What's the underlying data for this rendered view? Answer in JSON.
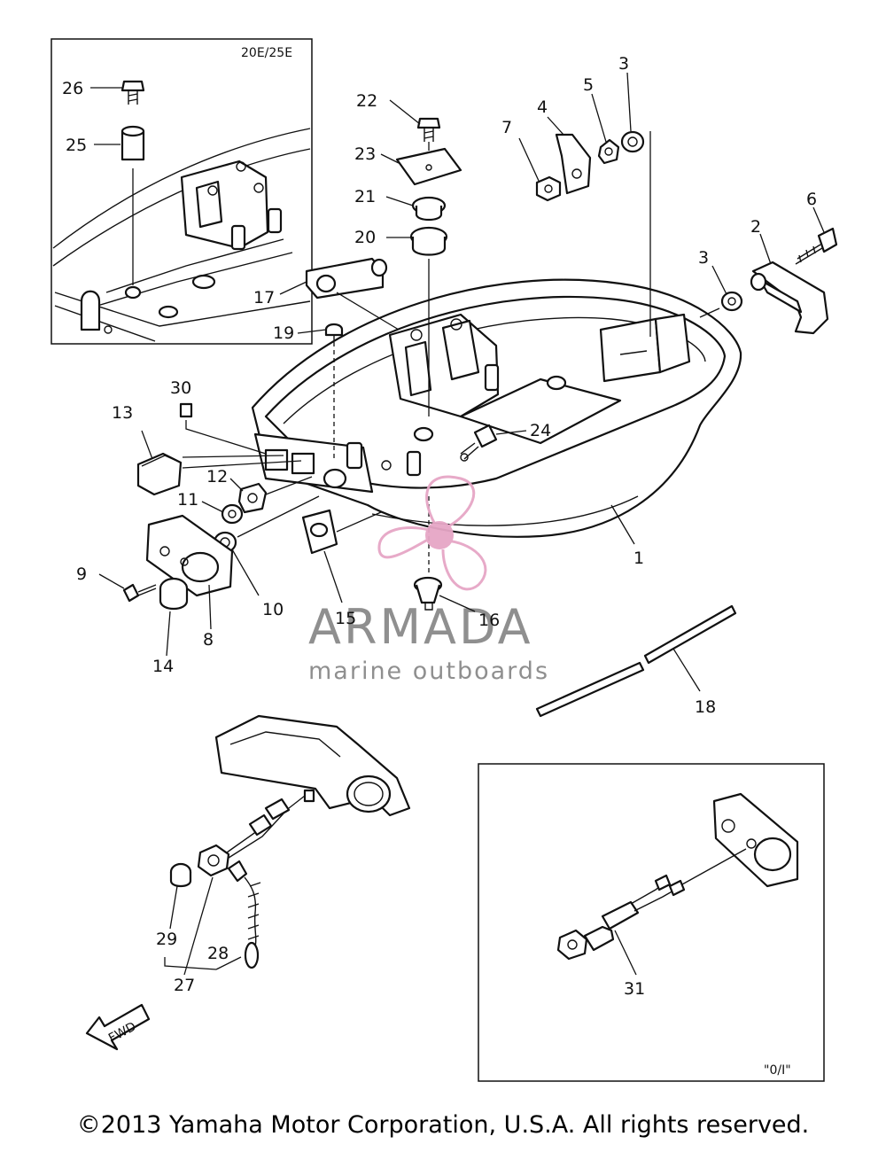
{
  "inset_top_label": "20E/25E",
  "inset_bottom_label": "\"0/I\"",
  "fwd_label": "FWD",
  "watermark": {
    "title": "ARMADA",
    "subtitle": "marine outboards",
    "title_color": "#8a8a8a",
    "logo_color": "#e6a6c6"
  },
  "part_labels": {
    "p1": "1",
    "p2": "2",
    "p3a": "3",
    "p3b": "3",
    "p4": "4",
    "p5": "5",
    "p6": "6",
    "p7": "7",
    "p8": "8",
    "p9": "9",
    "p10": "10",
    "p11": "11",
    "p12": "12",
    "p13": "13",
    "p14": "14",
    "p15": "15",
    "p16": "16",
    "p17": "17",
    "p18": "18",
    "p19": "19",
    "p20": "20",
    "p21": "21",
    "p22": "22",
    "p23": "23",
    "p24": "24",
    "p25": "25",
    "p26": "26",
    "p27": "27",
    "p28": "28",
    "p29": "29",
    "p30": "30",
    "p31": "31"
  },
  "copyright": "©2013 Yamaha Motor Corporation, U.S.A. All rights reserved."
}
